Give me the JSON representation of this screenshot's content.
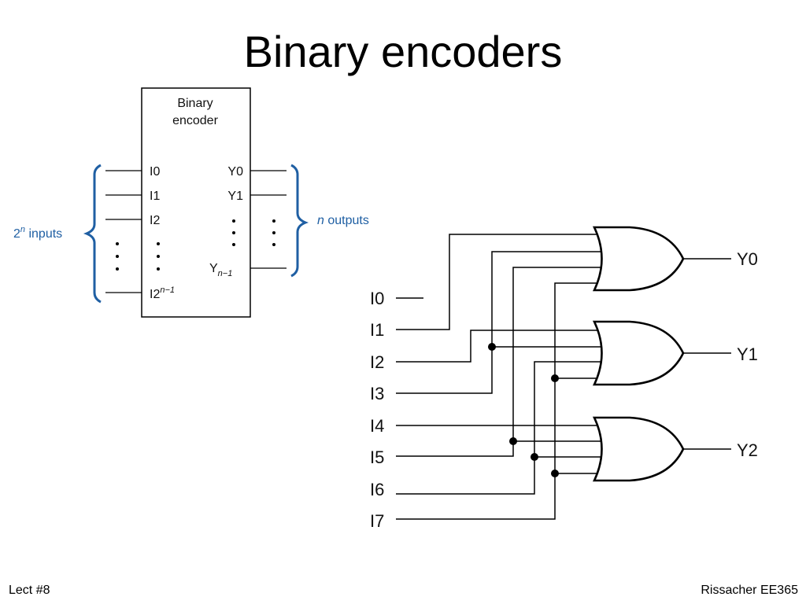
{
  "slide": {
    "title": "Binary encoders",
    "footer_left": "Lect #8",
    "footer_right": "Rissacher EE365"
  },
  "block_diagram": {
    "box_title_line1": "Binary",
    "box_title_line2": "encoder",
    "inputs": [
      "I0",
      "I1",
      "I2"
    ],
    "last_input_base": "I2",
    "last_input_sup": "n−1",
    "outputs": [
      "Y0",
      "Y1"
    ],
    "last_output_base": "Y",
    "last_output_sub": "n−1",
    "inputs_label_base": "2",
    "inputs_label_sup": "n",
    "inputs_label_rest": " inputs",
    "outputs_label_italic": "n",
    "outputs_label_rest": " outputs",
    "accent_color": "#1f5fa3"
  },
  "circuit": {
    "inputs": [
      "I0",
      "I1",
      "I2",
      "I3",
      "I4",
      "I5",
      "I6",
      "I7"
    ],
    "outputs": [
      "Y0",
      "Y1",
      "Y2"
    ],
    "gates": [
      {
        "type": "OR",
        "output": "Y0",
        "inputs": [
          "I1",
          "I3",
          "I5",
          "I7"
        ]
      },
      {
        "type": "OR",
        "output": "Y1",
        "inputs": [
          "I2",
          "I3",
          "I6",
          "I7"
        ]
      },
      {
        "type": "OR",
        "output": "Y2",
        "inputs": [
          "I4",
          "I5",
          "I6",
          "I7"
        ]
      }
    ]
  }
}
